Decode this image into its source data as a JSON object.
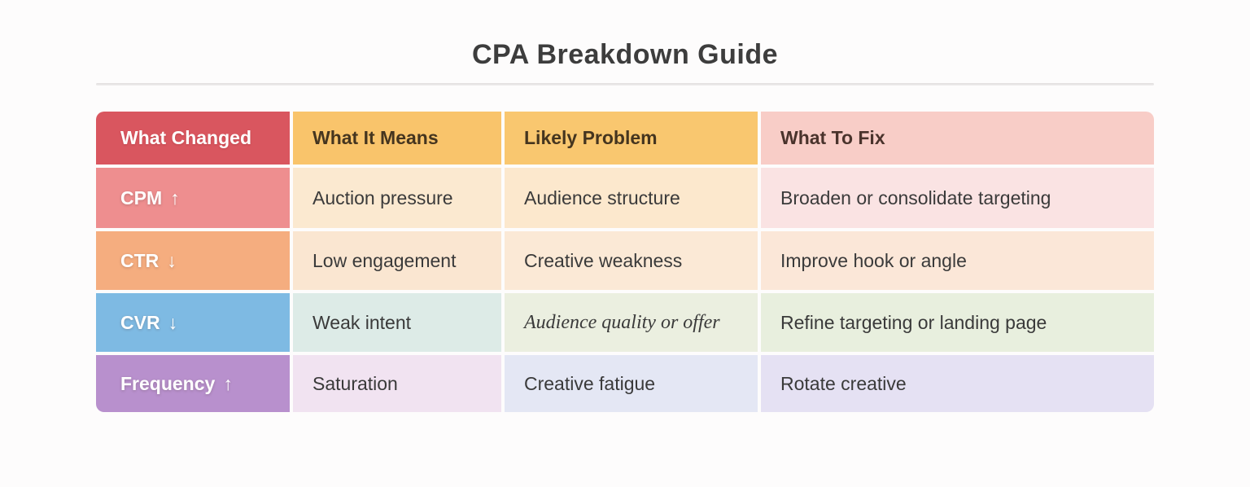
{
  "page": {
    "title": "CPA Breakdown Guide",
    "background": "#fdfcfc",
    "divider_color": "#e2dfdf",
    "title_color": "#3d3d3d"
  },
  "chart_data": {
    "type": "table",
    "title": "CPA Breakdown Guide",
    "columns": [
      "What Changed",
      "What It Means",
      "Likely Problem",
      "What To Fix"
    ],
    "rows": [
      [
        "CPM ↑",
        "Auction pressure",
        "Audience structure",
        "Broaden or consolidate targeting"
      ],
      [
        "CTR ↓",
        "Low engagement",
        "Creative weakness",
        "Improve hook or angle"
      ],
      [
        "CVR ↓",
        "Weak intent",
        "Audience quality or offer",
        "Refine targeting or landing page"
      ],
      [
        "Frequency ↑",
        "Saturation",
        "Creative fatigue",
        "Rotate creative"
      ]
    ],
    "legend_position": "none",
    "grid": "off"
  },
  "table": {
    "columns": [
      {
        "label": "What Changed"
      },
      {
        "label": "What It Means"
      },
      {
        "label": "Likely Problem"
      },
      {
        "label": "What To Fix"
      }
    ],
    "rows": [
      {
        "metric": "CPM",
        "arrow": "↑",
        "trend": "up",
        "means": "Auction pressure",
        "problem": "Audience structure",
        "fix": "Broaden or consolidate targeting"
      },
      {
        "metric": "CTR",
        "arrow": "↓",
        "trend": "down",
        "means": "Low engagement",
        "problem": "Creative weakness",
        "fix": "Improve hook or angle"
      },
      {
        "metric": "CVR",
        "arrow": "↓",
        "trend": "down",
        "means": "Weak intent",
        "problem": "Audience quality or offer",
        "fix": "Refine targeting or landing page"
      },
      {
        "metric": "Frequency",
        "arrow": "↑",
        "trend": "up",
        "means": "Saturation",
        "problem": "Creative fatigue",
        "fix": "Rotate creative"
      }
    ]
  },
  "palette": {
    "header": [
      "#d9565f",
      "#f9c46b",
      "#f9c76f",
      "#f8cdc7"
    ],
    "rows": [
      [
        "#ee8e8f",
        "#fbe9d0",
        "#fce8cd",
        "#fae3e3"
      ],
      [
        "#f5ad7f",
        "#fae6d1",
        "#fbe9d6",
        "#fbe7d8"
      ],
      [
        "#7ebae3",
        "#ddebe7",
        "#ebefe0",
        "#e8efde"
      ],
      [
        "#b890cd",
        "#f1e3f1",
        "#e4e7f4",
        "#e5e1f3"
      ]
    ]
  }
}
